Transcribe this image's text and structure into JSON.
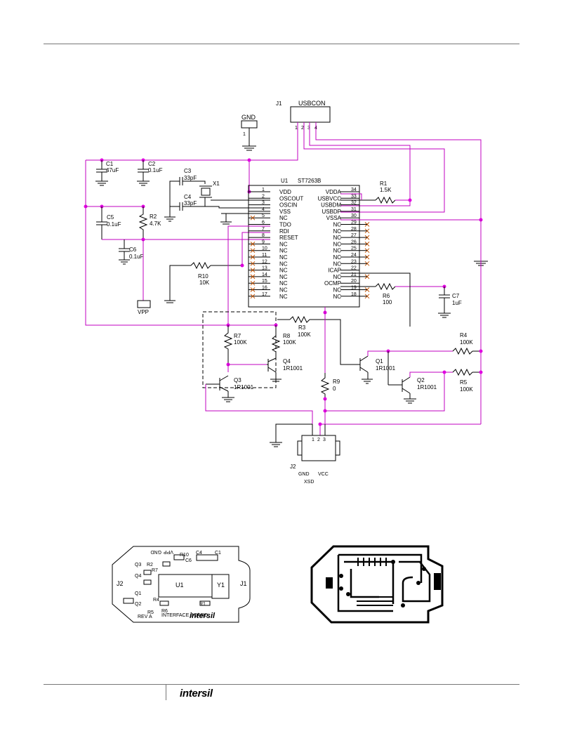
{
  "schematic": {
    "connectors": {
      "j1": {
        "ref": "J1",
        "name": "USBCON",
        "pins": [
          "1",
          "2",
          "3",
          "4"
        ]
      },
      "gnd": {
        "name": "GND",
        "pin": "1"
      },
      "vpp": {
        "name": "VPP"
      },
      "j2": {
        "ref": "J2",
        "gnd": "GND",
        "vcc": "VCC",
        "xsd": "XSD",
        "pins": [
          "1",
          "2",
          "3"
        ]
      }
    },
    "u1": {
      "ref": "U1",
      "part": "ST7263B",
      "left_pins": [
        {
          "num": "1",
          "name": "VDD"
        },
        {
          "num": "2",
          "name": "OSCOUT"
        },
        {
          "num": "3",
          "name": "OSCIN"
        },
        {
          "num": "4",
          "name": "VSS"
        },
        {
          "num": "5",
          "name": "NC"
        },
        {
          "num": "6",
          "name": "TDO"
        },
        {
          "num": "7",
          "name": "RDI"
        },
        {
          "num": "8",
          "name": "RESET"
        },
        {
          "num": "9",
          "name": "NC"
        },
        {
          "num": "10",
          "name": "NC"
        },
        {
          "num": "11",
          "name": "NC"
        },
        {
          "num": "12",
          "name": "NC"
        },
        {
          "num": "13",
          "name": "NC"
        },
        {
          "num": "14",
          "name": "NC"
        },
        {
          "num": "15",
          "name": "NC"
        },
        {
          "num": "16",
          "name": "NC"
        },
        {
          "num": "17",
          "name": "NC"
        }
      ],
      "right_pins": [
        {
          "num": "34",
          "name": "VDDA"
        },
        {
          "num": "33",
          "name": "USBVCC"
        },
        {
          "num": "32",
          "name": "USBDM"
        },
        {
          "num": "31",
          "name": "USBDP"
        },
        {
          "num": "30",
          "name": "VSSA"
        },
        {
          "num": "29",
          "name": "NC"
        },
        {
          "num": "28",
          "name": "NC"
        },
        {
          "num": "27",
          "name": "NC"
        },
        {
          "num": "26",
          "name": "NC"
        },
        {
          "num": "25",
          "name": "NC"
        },
        {
          "num": "24",
          "name": "NC"
        },
        {
          "num": "23",
          "name": "NC"
        },
        {
          "num": "22",
          "name": "ICAP"
        },
        {
          "num": "21",
          "name": "NC"
        },
        {
          "num": "20",
          "name": "OCMP"
        },
        {
          "num": "19",
          "name": "NC"
        },
        {
          "num": "18",
          "name": "NC"
        }
      ]
    },
    "components": {
      "c1": {
        "ref": "C1",
        "value": "47uF"
      },
      "c2": {
        "ref": "C2",
        "value": "0.1uF"
      },
      "c3": {
        "ref": "C3",
        "value": "33pF"
      },
      "c4": {
        "ref": "C4",
        "value": "33pF"
      },
      "x1": {
        "ref": "X1"
      },
      "c5": {
        "ref": "C5",
        "value": "0.1uF"
      },
      "r2": {
        "ref": "R2",
        "value": "4.7K"
      },
      "c6": {
        "ref": "C6",
        "value": "0.1uF"
      },
      "r10": {
        "ref": "R10",
        "value": "10K"
      },
      "r1": {
        "ref": "R1",
        "value": "1.5K"
      },
      "r6": {
        "ref": "R6",
        "value": "100"
      },
      "c7": {
        "ref": "C7",
        "value": "1uF"
      },
      "r3": {
        "ref": "R3",
        "value": "100K"
      },
      "r7": {
        "ref": "R7",
        "value": "100K"
      },
      "r8": {
        "ref": "R8",
        "value": "100K"
      },
      "q4": {
        "ref": "Q4",
        "value": "1R1001"
      },
      "q3": {
        "ref": "Q3",
        "value": "1R1001"
      },
      "r9": {
        "ref": "R9",
        "value": "0"
      },
      "q1": {
        "ref": "Q1",
        "value": "1R1001"
      },
      "q2": {
        "ref": "Q2",
        "value": "1R1001"
      },
      "r4": {
        "ref": "R4",
        "value": "100K"
      },
      "r5": {
        "ref": "R5",
        "value": "100K"
      }
    }
  },
  "pcb": {
    "labels": {
      "j1": "J1",
      "j2": "J2",
      "u1": "U1",
      "y1": "Y1",
      "q3": "Q3",
      "q4": "Q4",
      "q1": "Q1",
      "q2": "Q2",
      "r1": "R1",
      "r2": "R2",
      "r4": "R4",
      "r5": "R5",
      "r6": "R6",
      "r7": "R7",
      "r10": "R10",
      "c1": "C1",
      "c4": "C4",
      "c6": "C6",
      "gnd": "GND",
      "vpp": "VPP",
      "line1": "INTERFACE BOARD",
      "line2": "REV A",
      "brand": "intersil"
    }
  },
  "footer": {
    "logo": "intersil"
  }
}
